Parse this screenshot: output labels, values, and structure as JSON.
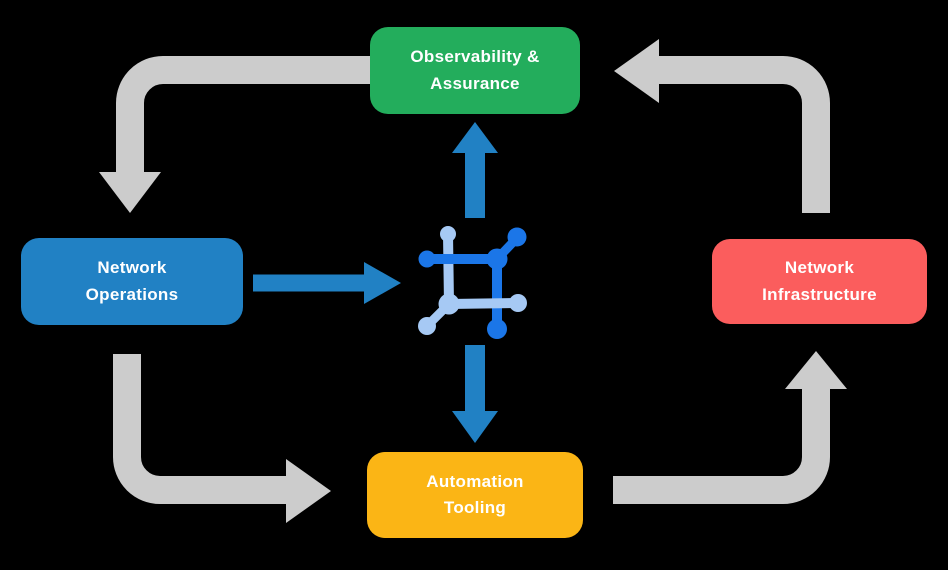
{
  "diagram": {
    "background_color": "#000000",
    "text_color": "#FFFFFF",
    "boxes": {
      "observability": {
        "label": "Observability & Assurance",
        "lines": [
          "Observability &",
          "Assurance"
        ],
        "color": "#23AD5C"
      },
      "operations": {
        "label": "Network Operations",
        "lines": [
          "Network",
          "Operations"
        ],
        "color": "#2181C4"
      },
      "infrastructure": {
        "label": "Network Infrastructure",
        "lines": [
          "Network",
          "Infrastructure"
        ],
        "color": "#FB5D5D"
      },
      "tooling": {
        "label": "Automation Tooling",
        "lines": [
          "Automation",
          "Tooling"
        ],
        "color": "#FBB515"
      }
    },
    "hub_icon": {
      "name": "network-automation-hub-icon",
      "dark_blue": "#1B76E8",
      "light_blue": "#A6C9F4"
    },
    "arrows": {
      "cycle_color": "#CCCCCC",
      "hub_arrow_color": "#2181C4",
      "cycle_connections": [
        {
          "from": "observability",
          "to": "operations"
        },
        {
          "from": "operations",
          "to": "tooling"
        },
        {
          "from": "tooling",
          "to": "infrastructure"
        },
        {
          "from": "infrastructure",
          "to": "observability"
        }
      ],
      "hub_connections": [
        {
          "from": "operations",
          "to": "hub"
        },
        {
          "from": "hub",
          "to": "observability"
        },
        {
          "from": "hub",
          "to": "tooling"
        }
      ]
    }
  }
}
